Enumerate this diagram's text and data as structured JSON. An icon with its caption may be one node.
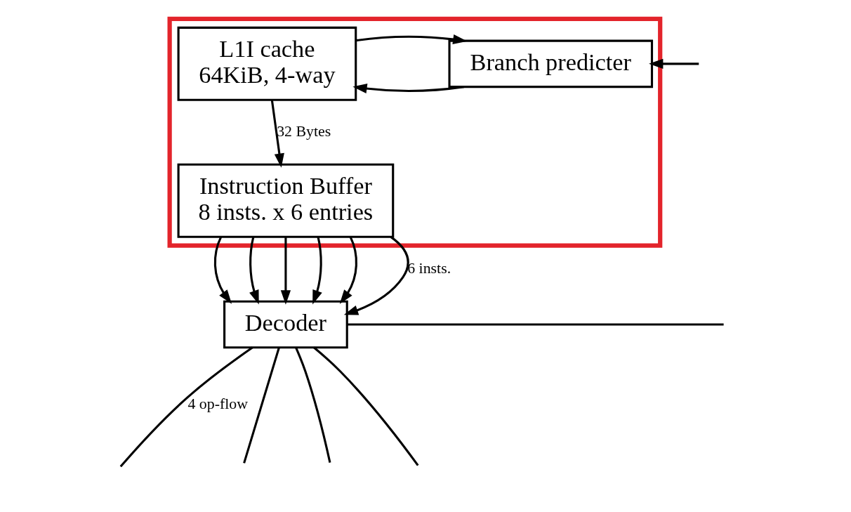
{
  "diagram": {
    "nodes": [
      {
        "text": [],
        "shape": "box"
      },
      {
        "text": [
          "L1I cache",
          "64KiB, 4-way"
        ],
        "in": 0
      },
      {
        "text": [
          "Branch predicter"
        ],
        "in": 0
      },
      {
        "text": [
          "Instruction Buffer",
          "8 insts. x 6 entries"
        ],
        "in": 0
      },
      {
        "text": [
          "Decoder"
        ]
      }
    ],
    "edges": [
      {
        "from": 2,
        "to": 1,
        "arrow": "to"
      },
      {
        "from": 1,
        "to": 2,
        "arrow": "to"
      },
      {
        "from": null,
        "to": 2,
        "arrow": "to"
      },
      {
        "from": 1,
        "to": 3,
        "arrow": "to",
        "label": "32 Bytes"
      },
      {
        "from": 3,
        "to": 4,
        "arrow": "to"
      },
      {
        "from": 3,
        "to": 4,
        "arrow": "to"
      },
      {
        "from": 3,
        "to": 4,
        "arrow": "to"
      },
      {
        "from": 3,
        "to": 4,
        "arrow": "to"
      },
      {
        "from": 3,
        "to": 4,
        "arrow": "to"
      },
      {
        "from": 3,
        "to": 4,
        "arrow": "to",
        "label": "6 insts."
      },
      {
        "from": 4,
        "to": null,
        "arrow": "none"
      },
      {
        "from": 4,
        "to": null,
        "arrow": "none",
        "label": "4 op-flow"
      },
      {
        "from": 4,
        "to": null,
        "arrow": "none"
      },
      {
        "from": 4,
        "to": null,
        "arrow": "none"
      },
      {
        "from": 4,
        "to": null,
        "arrow": "none"
      }
    ]
  }
}
